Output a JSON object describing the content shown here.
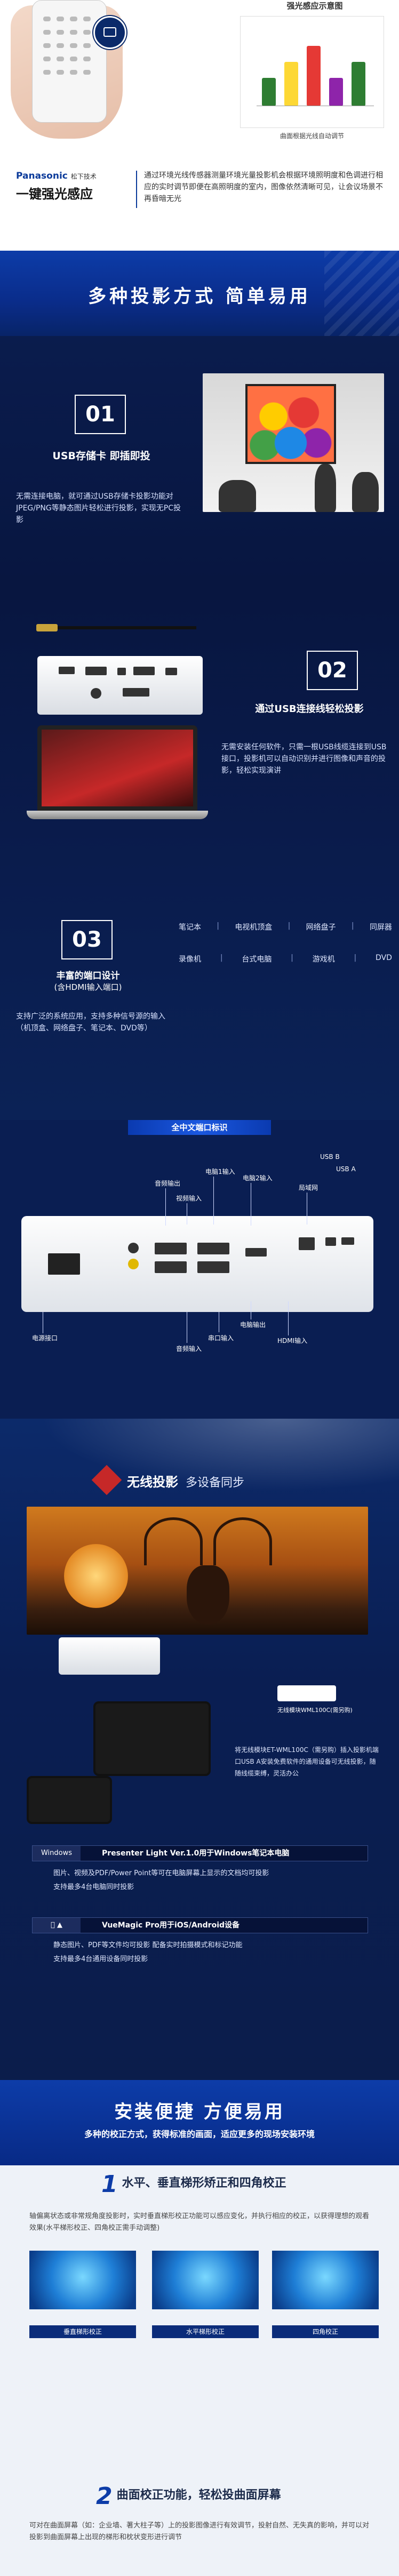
{
  "section1": {
    "diagram_title": "强光感应示意图",
    "diagram_caption": "曲面根据光线自动调节",
    "brand": "Panasonic",
    "brand_sub": "松下技术",
    "headline": "一键强光感应",
    "desc": "通过环境光线传感器测量环境光量投影机会根据环境照明度和色调进行相应的实时调节即便在高照明度的室内，图像依然清晰可见，让会议场景不再昏暗无光",
    "bar_colors": [
      "#2e7d32",
      "#fdd835",
      "#e53935",
      "#8e24aa",
      "#2e7d32"
    ],
    "bar_levels": [
      0.35,
      0.55,
      0.75,
      0.35,
      0.55
    ]
  },
  "section2": {
    "heading": "多种投影方式 简单易用"
  },
  "feature1": {
    "number": "01",
    "title": "USB存储卡 即插即投",
    "desc": "无需连接电脑，就可通过USB存储卡投影功能对JPEG/PNG等静态图片轻松进行投影，实现无PC投影"
  },
  "feature2": {
    "number": "02",
    "title": "通过USB连接线轻松投影",
    "desc": "无需安装任何软件，只需一根USB线缆连接到USB接口，投影机可以自动识别并进行图像和声音的投影，轻松实现演讲"
  },
  "feature3": {
    "number": "03",
    "title": "丰富的端口设计",
    "title2": "(含HDMI输入端口)",
    "desc": "支持广泛的系统应用，支持多种信号源的输入（机顶盒、网络盘子、笔记本、DVD等）",
    "tags_row1": [
      "笔记本",
      "电视机顶盒",
      "网络盘子",
      "同屏器"
    ],
    "tags_row2": [
      "录像机",
      "台式电脑",
      "游戏机",
      "DVD"
    ]
  },
  "ports": {
    "title": "全中文端口标识",
    "labels": {
      "audio_in": "音频输出",
      "video_in": "视频输入",
      "pc_in1": "电脑1输入",
      "pc_in2": "电脑2输入",
      "lan": "局域网",
      "usb_b": "USB B",
      "usb_a": "USB A",
      "power": "电源接口",
      "audio_in2": "音频输入",
      "serial": "串口输入",
      "pc_out": "电脑输出",
      "hdmi": "HDMI输入"
    }
  },
  "wireless": {
    "title": "无线投影",
    "subtitle": "多设备同步",
    "dongle_label": "无线模块WML100C(需另购)",
    "dongle_desc": "将无线模块ET-WML100C（需另购）插入投影机端口USB A安装免费软件的通用设备可无线投影，随随线缆束缚，灵活办公",
    "windows_label": "Windows",
    "windows_title": "Presenter Light Ver.1.0用于Windows笔记本电脑",
    "windows_desc1": "图片、视频及PDF/Power Point等可在电脑屏幕上显示的文档均可投影",
    "windows_desc2": "支持最多4台电脑同时投影",
    "mobile_title": "VueMagic Pro用于iOS/Android设备",
    "mobile_desc1": "静态图片、PDF等文件均可投影    配备实时拍摄模式和标记功能",
    "mobile_desc2": "支持最多4台通用设备同时投影"
  },
  "section8": {
    "heading": "安装便捷 方便易用",
    "sub": "多种的校正方式，获得标准的画面，适应更多的现场安装环境"
  },
  "kp1": {
    "number": "1",
    "title": "水平、垂直梯形矫正和四角校正",
    "desc": "轴偏离状态或非常规角度投影时，实时垂直梯形校正功能可以感应变化，并执行相应的校正，以获得理想的观看效果(水平梯形校正、四角校正需手动调整)",
    "labels": [
      "垂直梯形校正",
      "水平梯形校正",
      "四角校正"
    ]
  },
  "kp2": {
    "number": "2",
    "title": "曲面校正功能，轻松投曲面屏幕",
    "desc": "可对在曲面屏幕（如：企业墙、著大柱子等）上的投影图像进行有效调节，投射自然、无失真的影响，并可以对投影到曲面屏幕上出现的梯形和枕状变形进行调节"
  }
}
